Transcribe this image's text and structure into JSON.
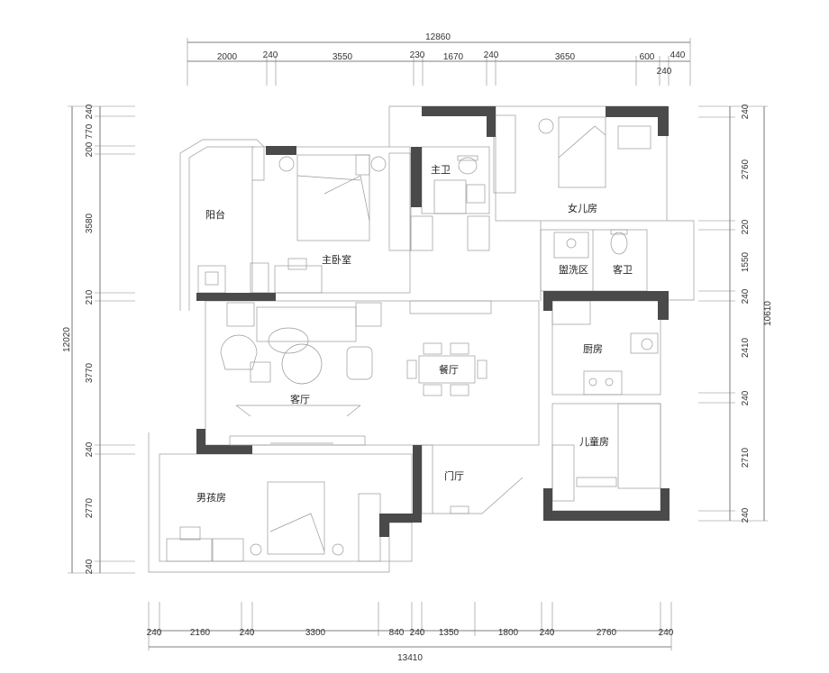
{
  "dimensions": {
    "top_total": "12860",
    "top": [
      "2000",
      "240",
      "3550",
      "230",
      "1670",
      "240",
      "3650",
      "600",
      "440",
      "240"
    ],
    "bottom_total": "13410",
    "bottom": [
      "240",
      "2160",
      "240",
      "3300",
      "840",
      "240",
      "1350",
      "1800",
      "240",
      "2760",
      "240"
    ],
    "left_total": "12020",
    "left": [
      "240",
      "770",
      "200",
      "3580",
      "210",
      "3770",
      "240",
      "2770",
      "240"
    ],
    "right_total": "10610",
    "right": [
      "240",
      "2760",
      "220",
      "1550",
      "240",
      "2410",
      "240",
      "2710",
      "240"
    ]
  },
  "rooms": {
    "balcony": "阳台",
    "master_bedroom": "主卧室",
    "master_bath": "主卫",
    "daughter_room": "女儿房",
    "laundry": "盥洗区",
    "guest_bath": "客卫",
    "living_room": "客厅",
    "dining_room": "餐厅",
    "kitchen": "厨房",
    "children_room": "儿童房",
    "boy_room": "男孩房",
    "entrance": "门厅"
  }
}
